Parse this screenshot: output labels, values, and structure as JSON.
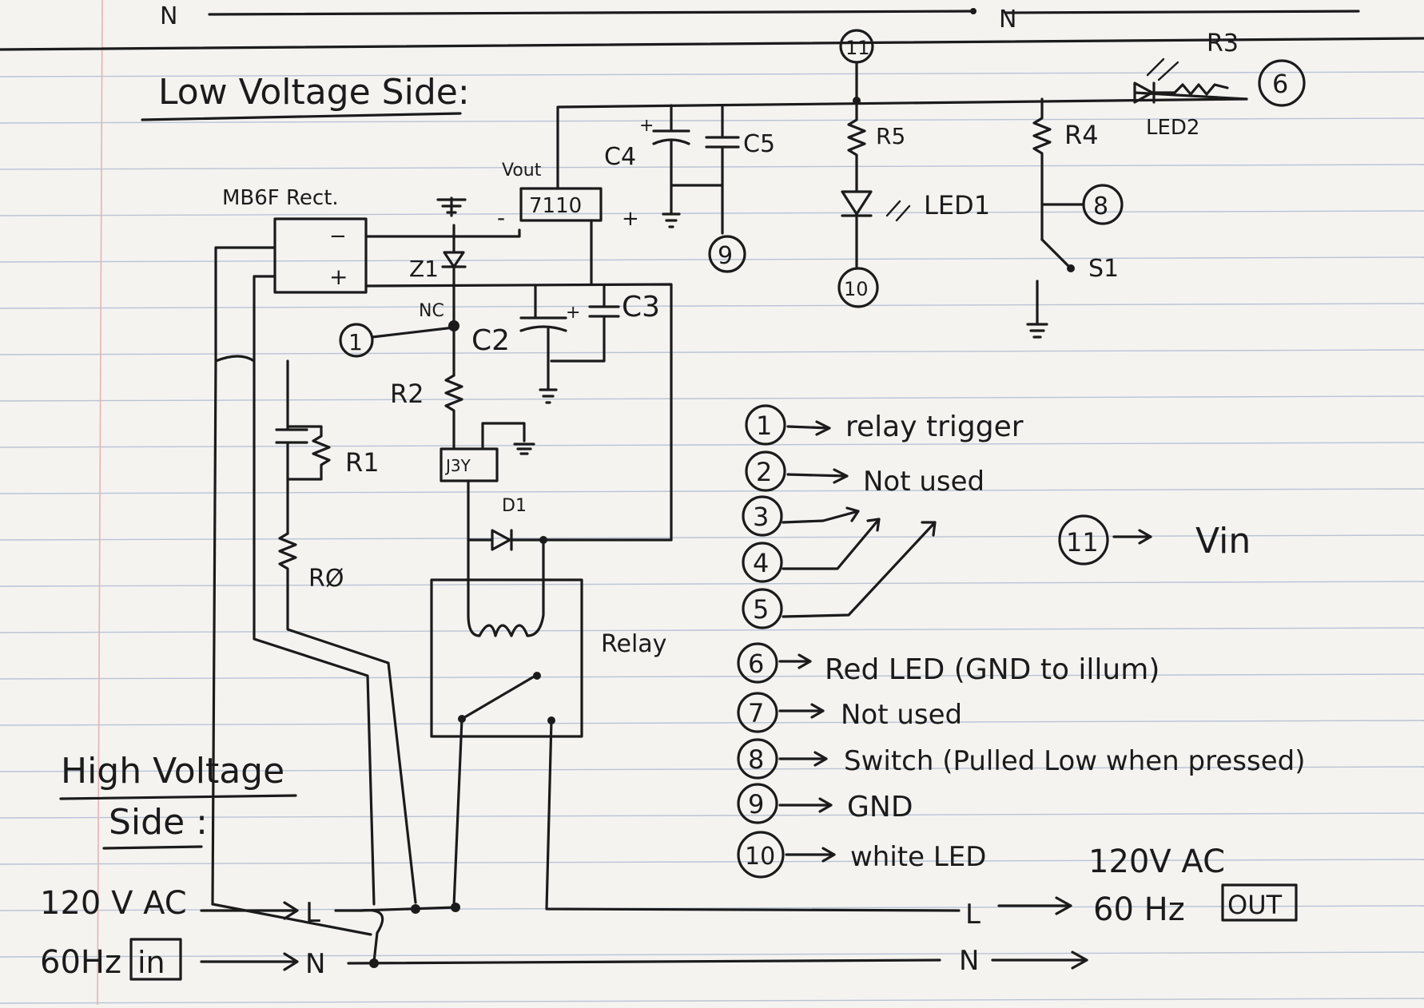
{
  "headings": {
    "low_voltage": "Low Voltage Side:",
    "high_voltage_line1": "High Voltage",
    "high_voltage_line2": "Side :"
  },
  "top_line": {
    "left_label": "N",
    "right_label": "N"
  },
  "components": {
    "rectifier": "MB6F Rect.",
    "rect_minus": "−",
    "rect_plus": "+",
    "regulator": "7110",
    "vout": "Vout",
    "reg_minus": "-",
    "reg_plus": "+",
    "z1": "Z1",
    "nc": "NC",
    "c2": "C2",
    "c3": "C3",
    "c4": "C4",
    "c5": "C5",
    "r0": "RØ",
    "r1": "R1",
    "r2": "R2",
    "r3": "R3",
    "r4": "R4",
    "r5": "R5",
    "j3y": "J3Y",
    "d1": "D1",
    "led1": "LED1",
    "led2": "LED2",
    "s1": "S1",
    "relay": "Relay",
    "plus": "+"
  },
  "node_numbers": {
    "n1": "1",
    "n6": "6",
    "n8": "8",
    "n9": "9",
    "n10": "10",
    "n11": "11"
  },
  "inputs": {
    "line1": "120 V AC",
    "line2": "60Hz",
    "in_box": "in",
    "L": "L",
    "N": "N"
  },
  "outputs": {
    "line1": "120V AC",
    "line2": "60 Hz",
    "out_box": "OUT",
    "L": "L",
    "N": "N"
  },
  "legend": [
    {
      "num": "1",
      "text": "relay trigger"
    },
    {
      "num": "2",
      "text": "Not used"
    },
    {
      "num": "3",
      "text": ""
    },
    {
      "num": "4",
      "text": ""
    },
    {
      "num": "5",
      "text": ""
    },
    {
      "num": "6",
      "text": "Red LED (GND to illum)"
    },
    {
      "num": "7",
      "text": "Not used"
    },
    {
      "num": "8",
      "text": "Switch (Pulled Low when pressed)"
    },
    {
      "num": "9",
      "text": "GND"
    },
    {
      "num": "10",
      "text": "white LED"
    }
  ],
  "legend_extra": {
    "num": "11",
    "text": "Vin"
  }
}
